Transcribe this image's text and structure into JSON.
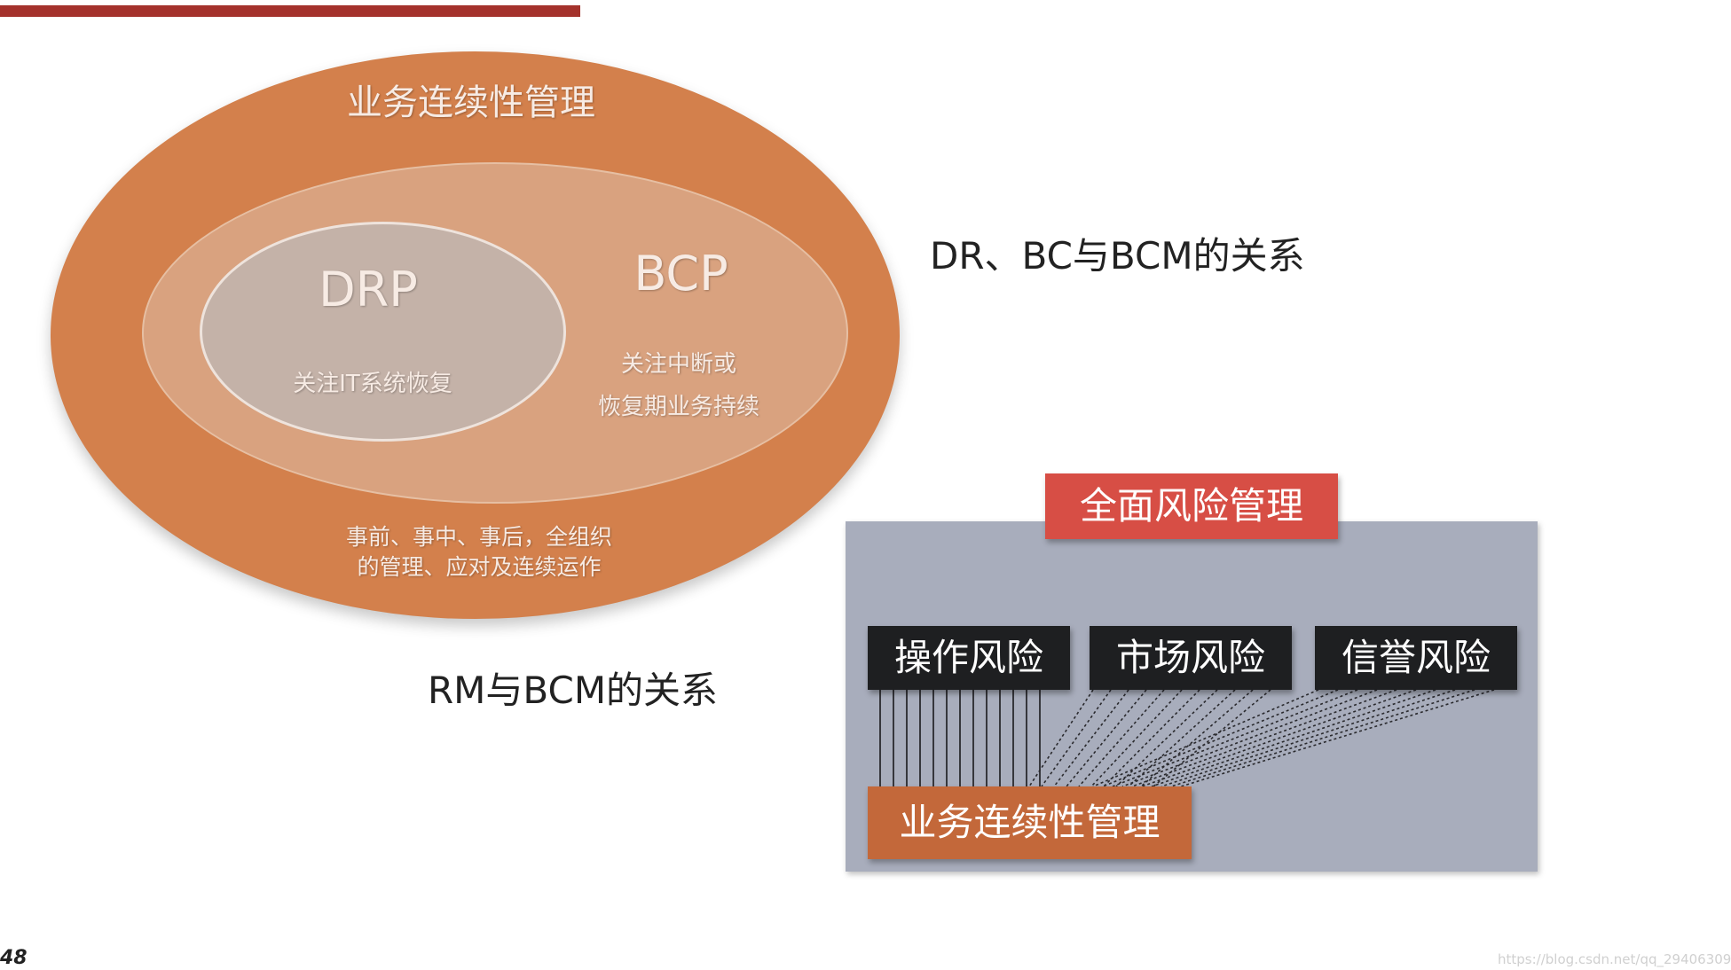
{
  "slide": {
    "bcm_diagram": {
      "outer_label": "业务连续性管理",
      "outer_desc": [
        "事前、事中、事后，全组织",
        "的管理、应对及连续运作"
      ],
      "bcp_label": "BCP",
      "bcp_desc": [
        "关注中断或",
        "恢复期业务持续"
      ],
      "drp_label": "DRP",
      "drp_desc": "关注IT系统恢复"
    },
    "headings": {
      "dr_bc_bcm": "DR、BC与BCM的关系",
      "rm_bcm": "RM与BCM的关系"
    },
    "risk_diagram": {
      "top_label": "全面风险管理",
      "risks": [
        "操作风险",
        "市场风险",
        "信誉风险"
      ],
      "bottom_label": "业务连续性管理"
    },
    "page_number": "48",
    "watermark": "https://blog.csdn.net/qq_29406309"
  },
  "colors": {
    "top_bar": "#a4322c",
    "outer_ellipse": "#d3804c",
    "middle_ellipse": "#d9a27f",
    "inner_ellipse": "#c4b2a8",
    "panel": "#a8adbc",
    "erm_box": "#d74e45",
    "risk_box": "#1e1f21",
    "bcm_box": "#c3683a"
  }
}
